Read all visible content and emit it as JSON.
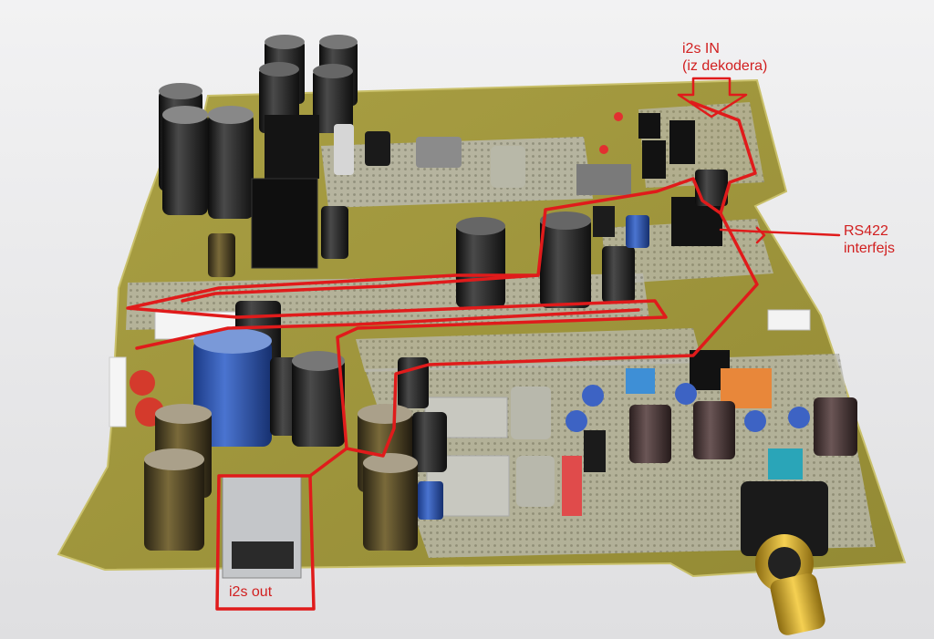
{
  "photo": {
    "colors": {
      "background": "#ececec",
      "pcb": "#a49a3d",
      "pcb_edge": "#c2b957",
      "silkscreen": "#f3f3ee",
      "capacitor_black": "#1b1b1b",
      "capacitor_blue": "#2a4fa3",
      "annotation_red": "#e01b1b"
    }
  },
  "annotations": {
    "i2s_in_line1": "i2s IN",
    "i2s_in_line2": "(iz dekodera)",
    "rs422_line1": "RS422",
    "rs422_line2": "interfejs",
    "i2s_out": "i2s out"
  }
}
